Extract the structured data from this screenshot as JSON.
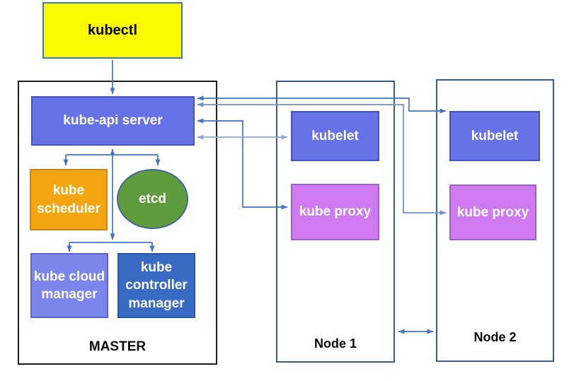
{
  "diagram": {
    "kubectl_label": "kubectl",
    "master": {
      "title": "MASTER",
      "api_server": "kube-api server",
      "scheduler": "kube scheduler",
      "etcd": "etcd",
      "cloud_manager": "kube cloud manager",
      "controller_manager": "kube controller manager"
    },
    "node1": {
      "title": "Node 1",
      "kubelet": "kubelet",
      "kube_proxy": "kube proxy"
    },
    "node2": {
      "title": "Node 2",
      "kubelet": "kubelet",
      "kube_proxy": "kube proxy"
    },
    "connections": [
      {
        "from": "kubectl",
        "to": "kube-api server",
        "direction": "one-way"
      },
      {
        "from": "kube-api server",
        "to": "kube scheduler",
        "direction": "two-way"
      },
      {
        "from": "kube-api server",
        "to": "etcd",
        "direction": "two-way"
      },
      {
        "from": "kube-api server",
        "to": "kube cloud manager",
        "direction": "two-way"
      },
      {
        "from": "kube-api server",
        "to": "kube controller manager",
        "direction": "two-way"
      },
      {
        "from": "kube-api server",
        "to": "Node 1 kubelet",
        "direction": "two-way"
      },
      {
        "from": "kube-api server",
        "to": "Node 1 kube proxy",
        "direction": "two-way"
      },
      {
        "from": "kube-api server",
        "to": "Node 2 kubelet",
        "direction": "two-way"
      },
      {
        "from": "kube-api server",
        "to": "Node 2 kube proxy",
        "direction": "two-way"
      },
      {
        "from": "Node 1",
        "to": "Node 2",
        "direction": "two-way"
      }
    ]
  },
  "colors": {
    "arrow_blue": "#4472c4",
    "arrow_mid_blue": "#6b90d4",
    "arrow_light_blue": "#8aa8e0",
    "kubectl_fill": "#f9f900",
    "master_border": "#1f1f1f",
    "node_border": "#3c5a8a",
    "api_fill": "#6672e6",
    "kubelet_fill": "#6672e6",
    "scheduler_fill": "#f5a50f",
    "etcd_fill": "#5e9c3e",
    "cloud_fill": "#7b85ea",
    "controller_fill": "#3a6bc4",
    "proxy_fill": "#cf7af0"
  }
}
